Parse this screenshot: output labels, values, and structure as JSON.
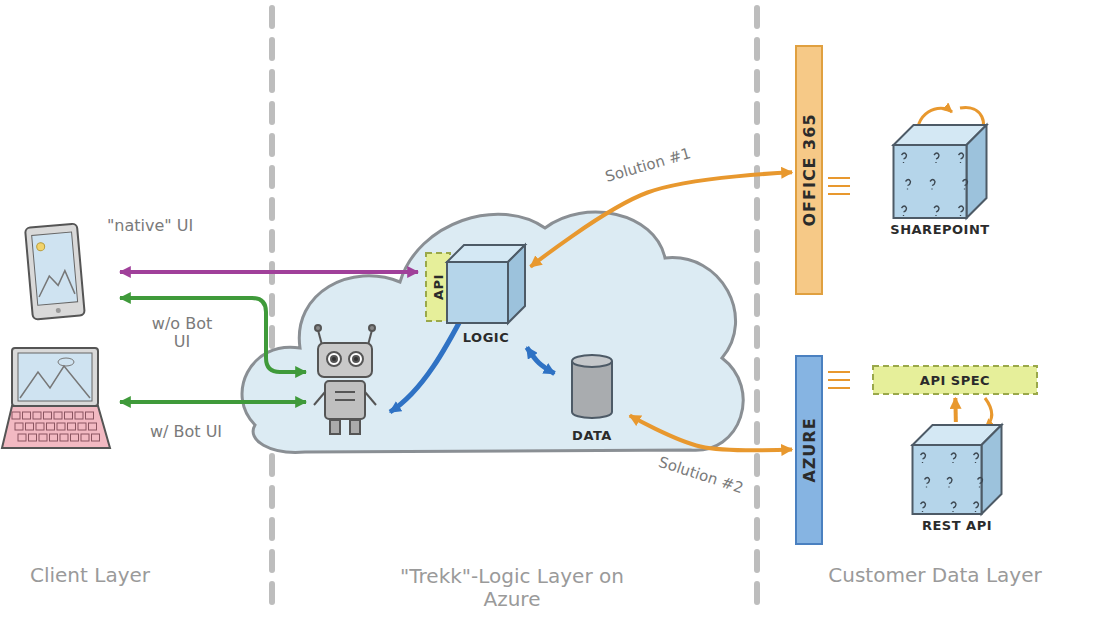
{
  "diagram": {
    "nodes": [
      {
        "text": [
          "API"
        ]
      },
      {
        "text": [
          "LOGIC"
        ]
      },
      {
        "text": [
          "DATA"
        ]
      },
      {
        "text": [
          "OFFICE 365"
        ]
      },
      {
        "text": [
          "SHAREPOINT"
        ]
      },
      {
        "text": [
          "AZURE"
        ]
      },
      {
        "text": [
          "API SPEC"
        ]
      },
      {
        "text": [
          "REST API"
        ]
      }
    ],
    "edges": [
      {
        "from": 1,
        "to": 2,
        "arrow": "both"
      },
      {
        "from": 1,
        "to": 3,
        "label": "Solution #1",
        "arrow": "both"
      },
      {
        "from": 2,
        "to": 5,
        "label": "Solution #2",
        "arrow": "both"
      },
      {
        "from": 7,
        "to": 6,
        "arrow": "to"
      }
    ],
    "labels": [
      "\"native\" UI",
      "w/o Bot UI",
      "w/ Bot UI",
      "Client Layer",
      "\"Trekk\"-Logic Layer on Azure",
      "Customer Data Layer"
    ]
  }
}
